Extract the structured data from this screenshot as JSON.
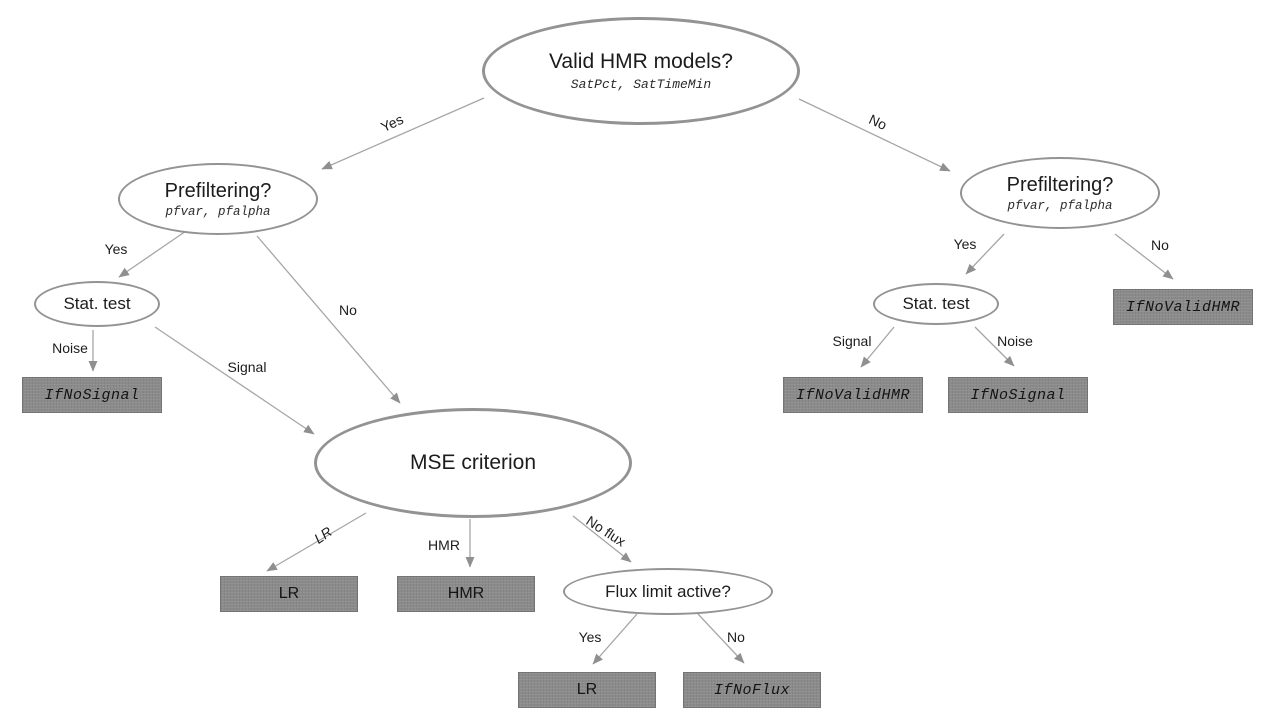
{
  "colors": {
    "background": "#ffffff",
    "ellipse_stroke": "#939393",
    "arrow_line": "#a6a6a6",
    "arrow_head": "#8f8f8f",
    "outcome_box_fill": "#8b8b8b",
    "outcome_box_border": "#747474",
    "text": "#1c1c1c"
  },
  "nodes": {
    "valid_hmr": {
      "title": "Valid HMR models?",
      "params": "SatPct, SatTimeMin"
    },
    "prefilter_left": {
      "title": "Prefiltering?",
      "params": "pfvar, pfalpha"
    },
    "prefilter_right": {
      "title": "Prefiltering?",
      "params": "pfvar, pfalpha"
    },
    "stat_test_left": {
      "title": "Stat. test"
    },
    "stat_test_right": {
      "title": "Stat. test"
    },
    "mse": {
      "title": "MSE criterion"
    },
    "flux_limit": {
      "title": "Flux limit active?"
    }
  },
  "outcomes": {
    "if_no_signal_left": "IfNoSignal",
    "lr_mid": "LR",
    "hmr_mid": "HMR",
    "lr_bottom": "LR",
    "if_no_flux": "IfNoFlux",
    "if_no_valid_hmr_right": "IfNoValidHMR",
    "if_no_valid_hmr_mid": "IfNoValidHMR",
    "if_no_signal_right": "IfNoSignal"
  },
  "edge_labels": {
    "yes_top": "Yes",
    "no_top": "No",
    "yes_left": "Yes",
    "no_left": "No",
    "noise_left": "Noise",
    "signal_left": "Signal",
    "lr": "LR",
    "hmr": "HMR",
    "no_flux": "No flux",
    "yes_flux": "Yes",
    "no_flux_out": "No",
    "yes_right": "Yes",
    "no_right": "No",
    "signal_right": "Signal",
    "noise_right": "Noise"
  }
}
